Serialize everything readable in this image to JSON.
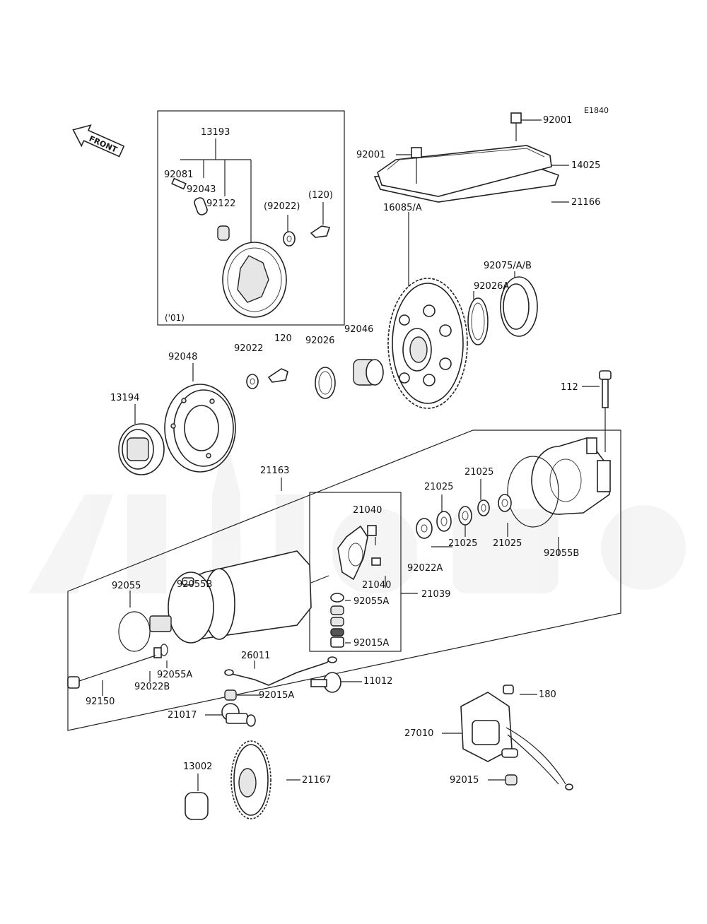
{
  "diagram_code": "E1840",
  "front_label": "FRONT",
  "labels": {
    "p13193": "13193",
    "p92081": "92081",
    "p92043": "92043",
    "p92122": "92122",
    "p92022_paren": "(92022)",
    "p120_paren": "(120)",
    "year_01": "('01)",
    "p92001_top": "92001",
    "p92001_left": "92001",
    "p14025": "14025",
    "p21166": "21166",
    "p16085": "16085/A",
    "p92075": "92075/A/B",
    "p92026A": "92026A",
    "p92046": "92046",
    "p92026": "92026",
    "p92022": "92022",
    "p120": "120",
    "p92048": "92048",
    "p13194": "13194",
    "p112": "112",
    "p21163": "21163",
    "p21025_a": "21025",
    "p21025_b": "21025",
    "p21025_c": "21025",
    "p21025_d": "21025",
    "p21040_a": "21040",
    "p21040_b": "21040",
    "p92022A": "92022A",
    "p92055B_right": "92055B",
    "p92055B_left": "92055B",
    "p21039": "21039",
    "p92055A_right": "92055A",
    "p92055": "92055",
    "p92015A_right": "92015A",
    "p92055A_left": "92055A",
    "p26011": "26011",
    "p11012": "11012",
    "p92022B": "92022B",
    "p92150": "92150",
    "p92015A_low": "92015A",
    "p21017": "21017",
    "p180": "180",
    "p27010": "27010",
    "p92015": "92015",
    "p13002": "13002",
    "p21167": "21167"
  }
}
